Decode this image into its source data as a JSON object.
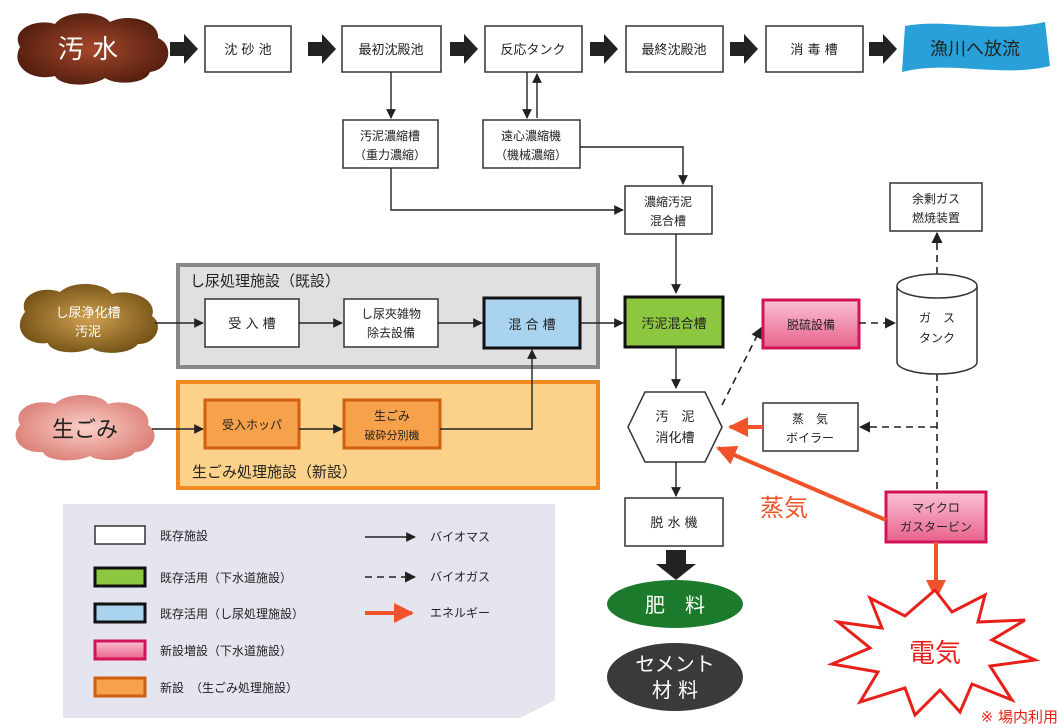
{
  "sources": {
    "sewage": "汚 水",
    "night_soil": [
      "し尿浄化槽",
      "汚泥"
    ],
    "food_waste": "生ごみ"
  },
  "main_line": {
    "grit": "沈 砂 池",
    "primary": "最初沈殿池",
    "reaction": "反応タンク",
    "final": "最終沈殿池",
    "disinfect": "消 毒 槽",
    "river": "漁川へ放流"
  },
  "thickening": {
    "gravity": [
      "汚泥濃縮槽",
      "（重力濃縮）"
    ],
    "centrifugal": [
      "遠心濃縮機",
      "（機械濃縮）"
    ],
    "mix": [
      "濃縮汚泥",
      "混合槽"
    ]
  },
  "nightsoil_facility": {
    "title": "し尿処理施設（既設）",
    "receive": "受 入 槽",
    "remover": [
      "し尿夾雑物",
      "除去設備"
    ],
    "mixing": "混 合 槽"
  },
  "food_facility": {
    "title": "生ごみ処理施設（新設）",
    "hopper": "受入ホッパ",
    "crusher": [
      "生ごみ",
      "破砕分別機"
    ]
  },
  "sludge_mix": "汚泥混合槽",
  "digester": [
    "汚　泥",
    "消化槽"
  ],
  "desulfur": "脱硫設備",
  "gas_tank": [
    "ガ　ス",
    "タンク"
  ],
  "flare": [
    "余剰ガス",
    "燃焼装置"
  ],
  "boiler": [
    "蒸　気",
    "ボイラー"
  ],
  "turbine": [
    "マイクロ",
    "ガスタービン"
  ],
  "steam_label": "蒸気",
  "dewater": "脱 水 機",
  "fertilizer": "肥　料",
  "cement": [
    "セメント",
    "材 料"
  ],
  "electricity": "電気",
  "onsite_note": "※ 場内利用",
  "legend": {
    "existing": "既存施設",
    "reuse_sewer": "既存活用（下水道施設）",
    "reuse_nightsoil": "既存活用（し尿処理施設）",
    "new_sewer": "新設増設（下水道施設）",
    "new_food": "新設　（生ごみ処理施設）",
    "biomass": "バイオマス",
    "biogas": "バイオガス",
    "energy": "エネルギー"
  },
  "colors": {
    "green": "#8dc63f",
    "blue": "#a9d3ee",
    "pink": "#f08aa8",
    "orange": "#f7a14a",
    "energy_arrow": "#f0532a",
    "sewage_brown": "#7a2e1a",
    "river_blue": "#2aa0d8"
  }
}
